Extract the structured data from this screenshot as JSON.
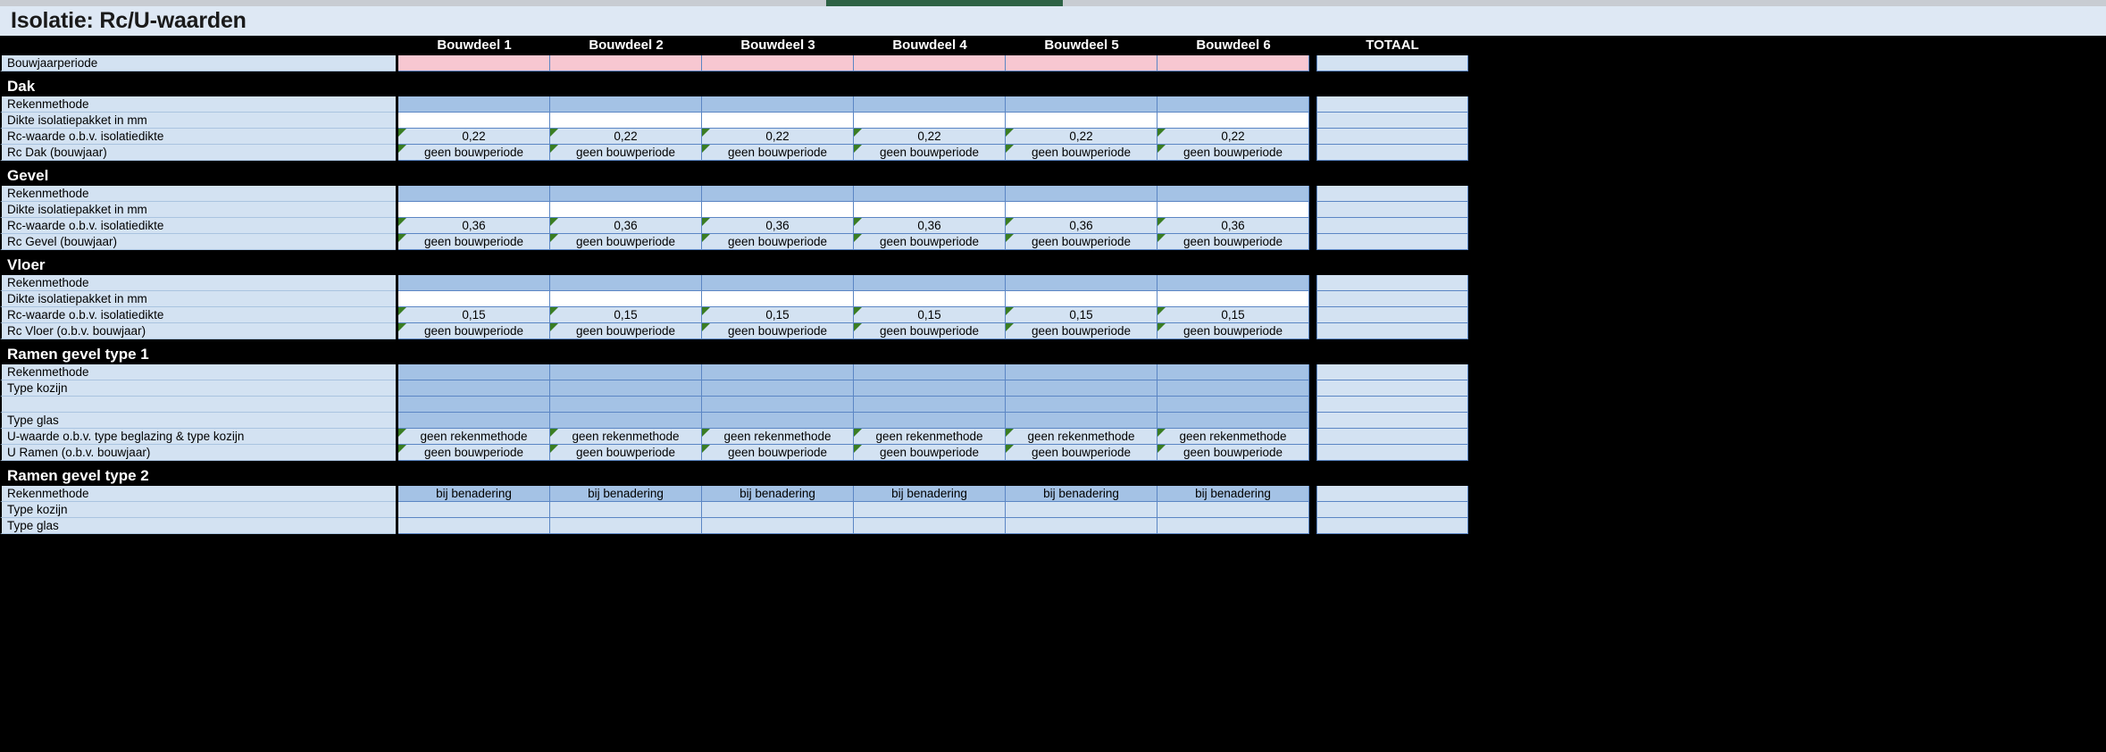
{
  "window": {
    "title": "Isolatie: Rc/U-waarden",
    "title_bar_bg": "#dee8f4",
    "top_strip_bg": "#c8ccd2",
    "top_strip_accent": "#2e6245"
  },
  "colors": {
    "label_fill": "#d3e2f2",
    "input_fill": "#a4c2e5",
    "period_fill": "#f7c7d1",
    "blank_fill": "#ffffff",
    "grid_line": "#5b86c4",
    "band_fill": "#000000",
    "band_text": "#ffffff",
    "comment_marker": "#3a7d22"
  },
  "table": {
    "columns": [
      "Bouwdeel 1",
      "Bouwdeel 2",
      "Bouwdeel 3",
      "Bouwdeel 4",
      "Bouwdeel 5",
      "Bouwdeel 6"
    ],
    "total_column": "TOTAAL",
    "row_label_header": "",
    "sections": [
      {
        "id": "bouwjaar",
        "band": null,
        "rows": [
          {
            "label": "Bouwjaarperiode",
            "fill": "period",
            "comment": false,
            "values": [
              "",
              "",
              "",
              "",
              "",
              ""
            ],
            "total": ""
          }
        ]
      },
      {
        "id": "dak",
        "band": "Dak",
        "rows": [
          {
            "label": "Rekenmethode",
            "fill": "input",
            "comment": false,
            "values": [
              "",
              "",
              "",
              "",
              "",
              ""
            ],
            "total": ""
          },
          {
            "label": "Dikte isolatiepakket in mm",
            "fill": "blank",
            "comment": false,
            "values": [
              "",
              "",
              "",
              "",
              "",
              ""
            ],
            "total": ""
          },
          {
            "label": "Rc-waarde o.b.v. isolatiedikte",
            "fill": "label",
            "comment": true,
            "values": [
              "0,22",
              "0,22",
              "0,22",
              "0,22",
              "0,22",
              "0,22"
            ],
            "total": ""
          },
          {
            "label": "Rc Dak (bouwjaar)",
            "fill": "label",
            "comment": true,
            "values": [
              "geen bouwperiode",
              "geen bouwperiode",
              "geen bouwperiode",
              "geen bouwperiode",
              "geen bouwperiode",
              "geen bouwperiode"
            ],
            "total": ""
          }
        ]
      },
      {
        "id": "gevel",
        "band": "Gevel",
        "rows": [
          {
            "label": "Rekenmethode",
            "fill": "input",
            "comment": false,
            "values": [
              "",
              "",
              "",
              "",
              "",
              ""
            ],
            "total": ""
          },
          {
            "label": "Dikte isolatiepakket in mm",
            "fill": "blank",
            "comment": false,
            "values": [
              "",
              "",
              "",
              "",
              "",
              ""
            ],
            "total": ""
          },
          {
            "label": "Rc-waarde o.b.v. isolatiedikte",
            "fill": "label",
            "comment": true,
            "values": [
              "0,36",
              "0,36",
              "0,36",
              "0,36",
              "0,36",
              "0,36"
            ],
            "total": ""
          },
          {
            "label": "Rc Gevel (bouwjaar)",
            "fill": "label",
            "comment": true,
            "values": [
              "geen bouwperiode",
              "geen bouwperiode",
              "geen bouwperiode",
              "geen bouwperiode",
              "geen bouwperiode",
              "geen bouwperiode"
            ],
            "total": ""
          }
        ]
      },
      {
        "id": "vloer",
        "band": "Vloer",
        "rows": [
          {
            "label": "Rekenmethode",
            "fill": "input",
            "comment": false,
            "values": [
              "",
              "",
              "",
              "",
              "",
              ""
            ],
            "total": ""
          },
          {
            "label": "Dikte isolatiepakket in mm",
            "fill": "blank",
            "comment": false,
            "values": [
              "",
              "",
              "",
              "",
              "",
              ""
            ],
            "total": ""
          },
          {
            "label": "Rc-waarde o.b.v. isolatiedikte",
            "fill": "label",
            "comment": true,
            "values": [
              "0,15",
              "0,15",
              "0,15",
              "0,15",
              "0,15",
              "0,15"
            ],
            "total": ""
          },
          {
            "label": "Rc Vloer (o.b.v. bouwjaar)",
            "fill": "label",
            "comment": true,
            "values": [
              "geen bouwperiode",
              "geen bouwperiode",
              "geen bouwperiode",
              "geen bouwperiode",
              "geen bouwperiode",
              "geen bouwperiode"
            ],
            "total": ""
          }
        ]
      },
      {
        "id": "ramen1",
        "band": "Ramen gevel type 1",
        "rows": [
          {
            "label": "Rekenmethode",
            "fill": "input",
            "comment": false,
            "values": [
              "",
              "",
              "",
              "",
              "",
              ""
            ],
            "total": ""
          },
          {
            "label": "Type kozijn",
            "fill": "input",
            "comment": false,
            "values": [
              "",
              "",
              "",
              "",
              "",
              ""
            ],
            "total": ""
          },
          {
            "label": "",
            "fill": "input",
            "comment": false,
            "values": [
              "",
              "",
              "",
              "",
              "",
              ""
            ],
            "total": ""
          },
          {
            "label": "Type glas",
            "fill": "input",
            "comment": false,
            "values": [
              "",
              "",
              "",
              "",
              "",
              ""
            ],
            "total": ""
          },
          {
            "label": "U-waarde o.b.v. type beglazing & type kozijn",
            "fill": "label",
            "comment": true,
            "values": [
              "geen rekenmethode",
              "geen rekenmethode",
              "geen rekenmethode",
              "geen rekenmethode",
              "geen rekenmethode",
              "geen rekenmethode"
            ],
            "total": ""
          },
          {
            "label": "U Ramen (o.b.v. bouwjaar)",
            "fill": "label",
            "comment": true,
            "values": [
              "geen bouwperiode",
              "geen bouwperiode",
              "geen bouwperiode",
              "geen bouwperiode",
              "geen bouwperiode",
              "geen bouwperiode"
            ],
            "total": ""
          }
        ]
      },
      {
        "id": "ramen2",
        "band": "Ramen gevel type 2",
        "rows": [
          {
            "label": "Rekenmethode",
            "fill": "input",
            "comment": false,
            "values": [
              "bij benadering",
              "bij benadering",
              "bij benadering",
              "bij benadering",
              "bij benadering",
              "bij benadering"
            ],
            "total": ""
          },
          {
            "label": "Type kozijn",
            "fill": "label",
            "comment": false,
            "values": [
              "",
              "",
              "",
              "",
              "",
              ""
            ],
            "total": ""
          },
          {
            "label": "Type glas",
            "fill": "label",
            "comment": false,
            "values": [
              "",
              "",
              "",
              "",
              "",
              ""
            ],
            "total": ""
          }
        ]
      }
    ]
  }
}
